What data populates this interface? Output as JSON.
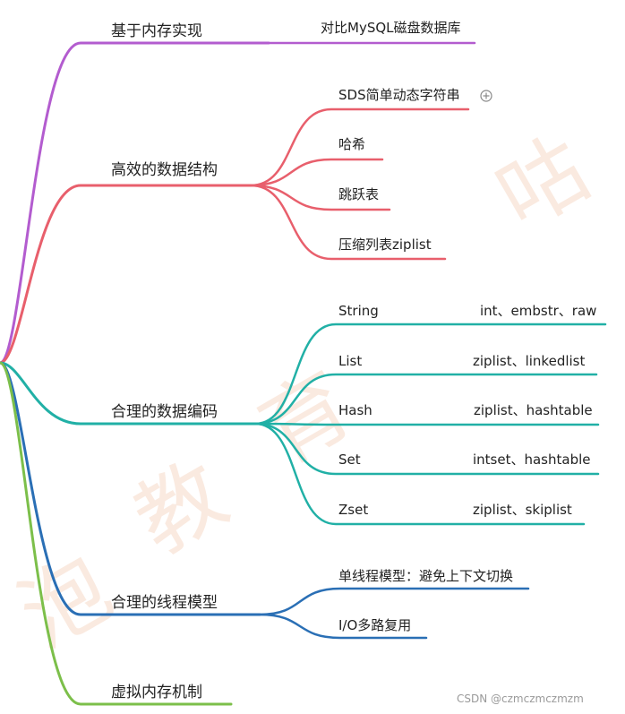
{
  "colors": {
    "purple": "#b35ccf",
    "red": "#e85f6c",
    "teal": "#21b0a6",
    "blue": "#2a6fb5",
    "green": "#7cbf4a",
    "label": "#222222",
    "watermark": "#f6d9c8"
  },
  "watermark": {
    "text": [
      "咕",
      "泡",
      "教",
      "育"
    ]
  },
  "credit": "CSDN @czmczmczmzm",
  "branches": [
    {
      "id": "memory",
      "label": "基于内存实现",
      "color_key": "purple",
      "children": [
        {
          "label": "对比MySQL磁盘数据库",
          "detail": ""
        }
      ]
    },
    {
      "id": "structures",
      "label": "高效的数据结构",
      "color_key": "red",
      "children": [
        {
          "label": "SDS简单动态字符串",
          "detail": "",
          "expand_icon": "plus-circle-icon"
        },
        {
          "label": "哈希",
          "detail": ""
        },
        {
          "label": "跳跃表",
          "detail": ""
        },
        {
          "label": "压缩列表ziplist",
          "detail": ""
        }
      ]
    },
    {
      "id": "encoding",
      "label": "合理的数据编码",
      "color_key": "teal",
      "children": [
        {
          "label": "String",
          "detail": "int、embstr、raw"
        },
        {
          "label": "List",
          "detail": "ziplist、linkedlist"
        },
        {
          "label": "Hash",
          "detail": "ziplist、hashtable"
        },
        {
          "label": "Set",
          "detail": "intset、hashtable"
        },
        {
          "label": "Zset",
          "detail": "ziplist、skiplist"
        }
      ]
    },
    {
      "id": "threading",
      "label": "合理的线程模型",
      "color_key": "blue",
      "children": [
        {
          "label": "单线程模型：避免上下文切换",
          "detail": ""
        },
        {
          "label": "I/O多路复用",
          "detail": ""
        }
      ]
    },
    {
      "id": "vm",
      "label": "虚拟内存机制",
      "color_key": "green",
      "children": []
    }
  ]
}
